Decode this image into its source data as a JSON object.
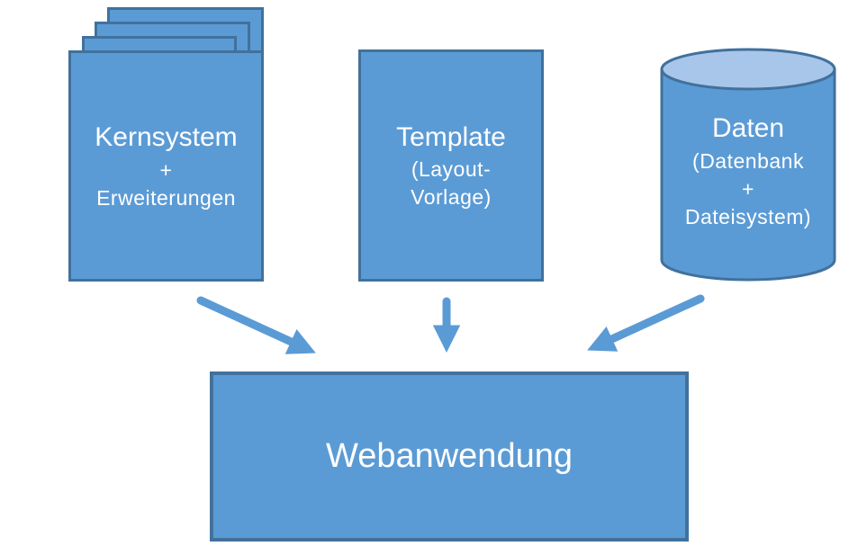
{
  "diagram": {
    "colors": {
      "node_fill": "#5b9bd5",
      "node_border": "#41719c",
      "cylinder_top_fill": "#a8c6e9",
      "arrow": "#5b9bd5",
      "text": "#ffffff",
      "background": "#ffffff"
    },
    "nodes": {
      "kernsystem": {
        "shape": "stacked-pages",
        "lines": [
          "Kernsystem",
          "+",
          "Erweiterungen"
        ]
      },
      "template": {
        "shape": "rectangle",
        "lines": [
          "Template",
          "(Layout-",
          "Vorlage)"
        ]
      },
      "daten": {
        "shape": "database-cylinder",
        "lines": [
          "Daten",
          "(Datenbank",
          "+",
          "Dateisystem)"
        ]
      },
      "webanwendung": {
        "shape": "rectangle",
        "lines": [
          "Webanwendung"
        ]
      }
    },
    "edges": [
      {
        "from": "kernsystem",
        "to": "webanwendung",
        "direction": "down-right"
      },
      {
        "from": "template",
        "to": "webanwendung",
        "direction": "down"
      },
      {
        "from": "daten",
        "to": "webanwendung",
        "direction": "down-left"
      }
    ]
  }
}
